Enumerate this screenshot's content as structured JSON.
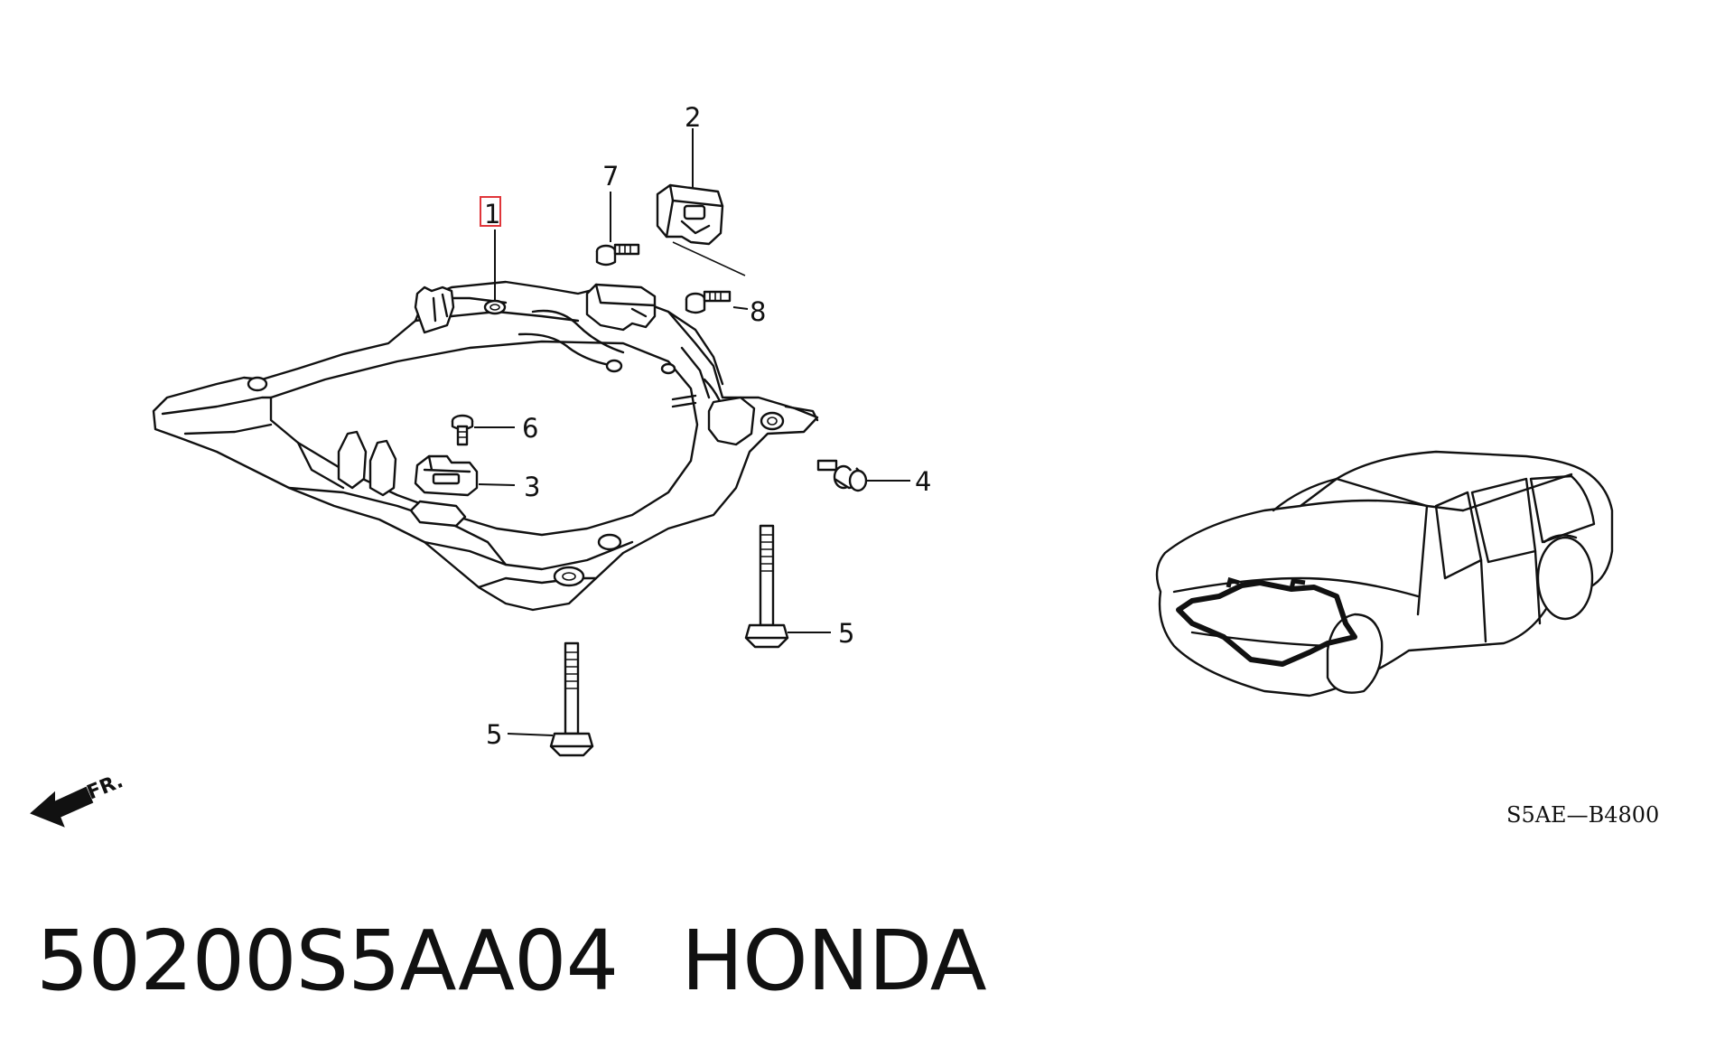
{
  "callouts": [
    {
      "id": "1",
      "label": "1",
      "highlighted": true
    },
    {
      "id": "2",
      "label": "2"
    },
    {
      "id": "3",
      "label": "3"
    },
    {
      "id": "4",
      "label": "4"
    },
    {
      "id": "5a",
      "label": "5"
    },
    {
      "id": "5b",
      "label": "5"
    },
    {
      "id": "6",
      "label": "6"
    },
    {
      "id": "7",
      "label": "7"
    },
    {
      "id": "8",
      "label": "8"
    }
  ],
  "direction_label": "FR.",
  "diagram_code": "S5AE—B4800",
  "caption": {
    "part_number": "50200S5AA04",
    "brand": "HONDA"
  },
  "colors": {
    "line": "#111111",
    "highlight": "#e0353a",
    "background": "#ffffff"
  }
}
